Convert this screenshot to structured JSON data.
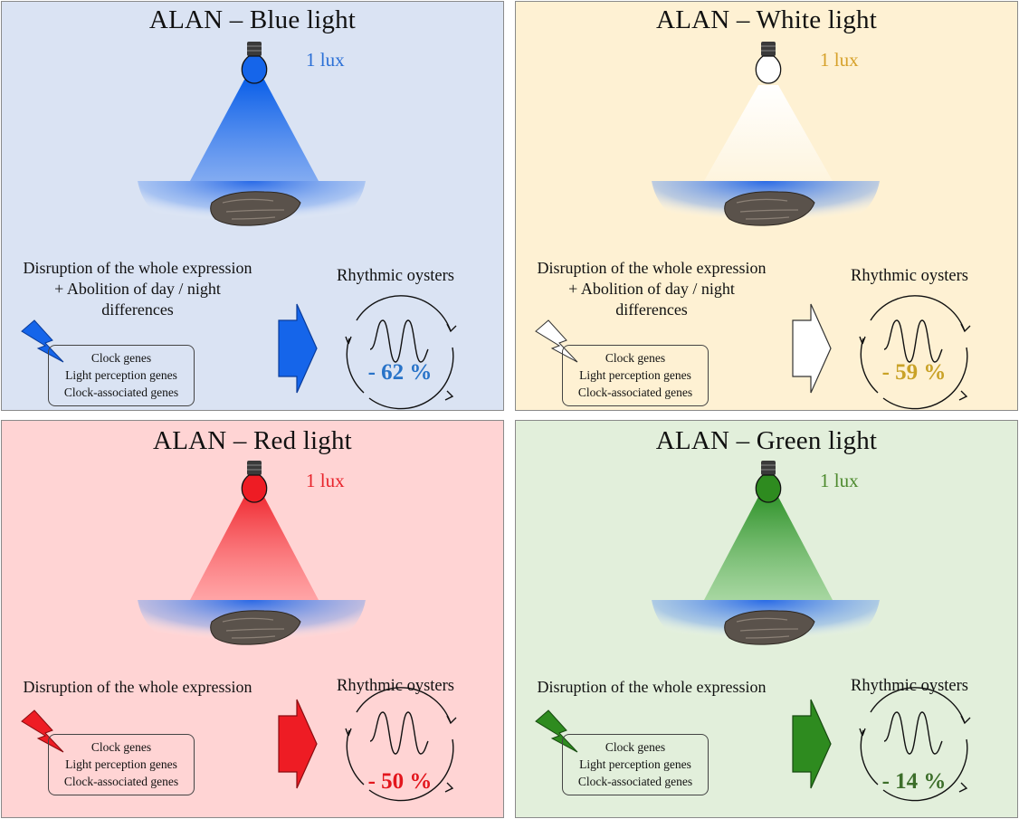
{
  "colors": {
    "blue": "#1565ea",
    "white": "#ffffff",
    "red": "#ee1c24",
    "green": "#2e8b1f",
    "water": "#2f6ee6",
    "blue_text": "#2a6fd6",
    "white_text": "#d6a12a",
    "red_text": "#e8232b",
    "green_text": "#4d8a2e",
    "percent_blue": "#2873c8",
    "percent_white": "#c9a227",
    "percent_red": "#e3161d",
    "percent_green": "#3c6e2a"
  },
  "panels": {
    "blue": {
      "title": "ALAN – Blue light",
      "lux": "1 lux",
      "effect_lines": [
        "Disruption of the whole expression",
        "+ Abolition of day / night",
        "differences"
      ],
      "rhythm_label": "Rhythmic oysters",
      "genes": [
        "Clock genes",
        "Light perception genes",
        "Clock-associated genes"
      ],
      "percent": "- 62 %"
    },
    "white": {
      "title": "ALAN – White light",
      "lux": "1 lux",
      "effect_lines": [
        "Disruption of the whole expression",
        "+ Abolition of day / night",
        "differences"
      ],
      "rhythm_label": "Rhythmic oysters",
      "genes": [
        "Clock genes",
        "Light perception genes",
        "Clock-associated genes"
      ],
      "percent": "- 59 %"
    },
    "red": {
      "title": "ALAN – Red light",
      "lux": "1 lux",
      "effect_lines": [
        "Disruption of the whole expression"
      ],
      "rhythm_label": "Rhythmic oysters",
      "genes": [
        "Clock genes",
        "Light perception genes",
        "Clock-associated genes"
      ],
      "percent": "- 50 %"
    },
    "green": {
      "title": "ALAN – Green light",
      "lux": "1 lux",
      "effect_lines": [
        "Disruption of the whole expression"
      ],
      "rhythm_label": "Rhythmic oysters",
      "genes": [
        "Clock genes",
        "Light perception genes",
        "Clock-associated genes"
      ],
      "percent": "- 14 %"
    }
  }
}
